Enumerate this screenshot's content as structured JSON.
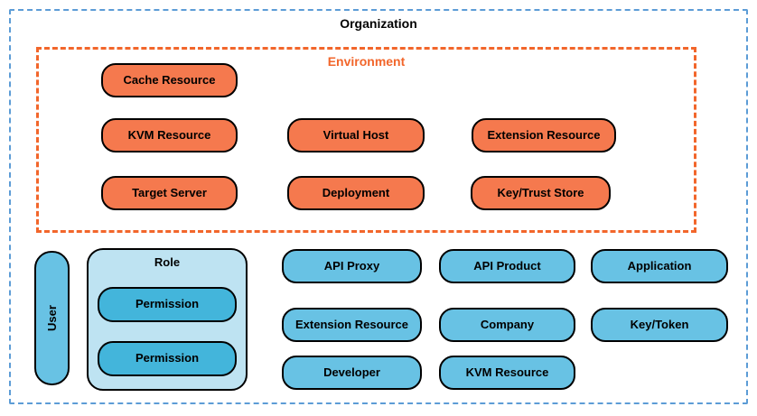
{
  "colors": {
    "org_border": "#5c9cd6",
    "env_border": "#f2662b",
    "env_node_fill": "#f5794e",
    "org_node_fill": "#68c2e4",
    "permission_fill": "#43b5db",
    "role_fill": "#bee3f2",
    "node_border": "#000000"
  },
  "organization": {
    "label": "Organization"
  },
  "environment": {
    "label": "Environment",
    "nodes": [
      {
        "label": "Cache Resource"
      },
      {
        "label": "KVM Resource"
      },
      {
        "label": "Virtual Host"
      },
      {
        "label": "Extension Resource"
      },
      {
        "label": "Target Server"
      },
      {
        "label": "Deployment"
      },
      {
        "label": "Key/Trust Store"
      }
    ]
  },
  "org_level": {
    "user": {
      "label": "User"
    },
    "role": {
      "label": "Role",
      "permissions": [
        {
          "label": "Permission"
        },
        {
          "label": "Permission"
        }
      ]
    },
    "nodes": [
      {
        "label": "API Proxy"
      },
      {
        "label": "API Product"
      },
      {
        "label": "Application"
      },
      {
        "label": "Extension Resource"
      },
      {
        "label": "Company"
      },
      {
        "label": "Key/Token"
      },
      {
        "label": "Developer"
      },
      {
        "label": "KVM Resource"
      }
    ]
  }
}
